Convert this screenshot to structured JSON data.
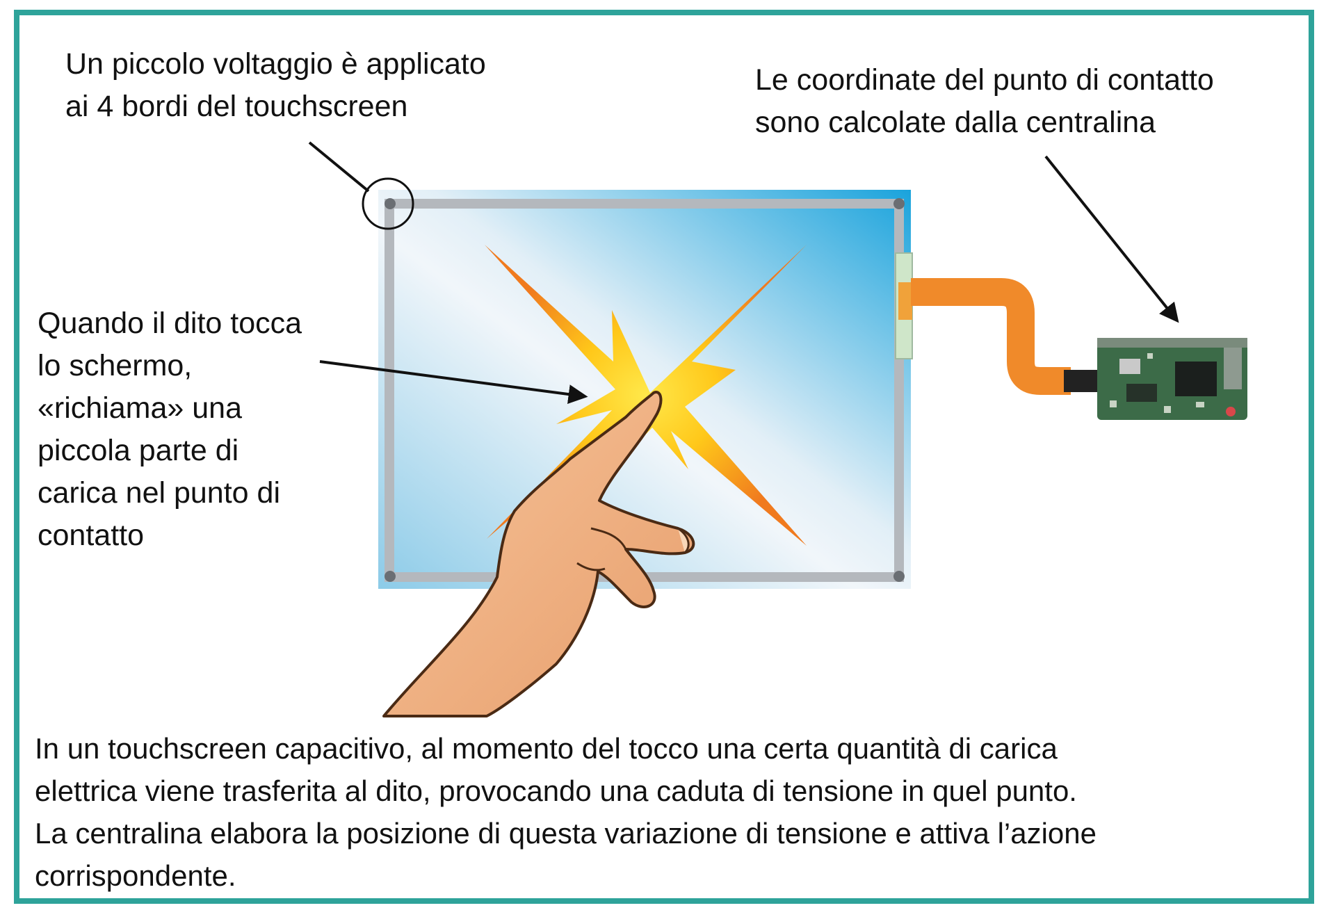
{
  "colors": {
    "frame": "#2ea39a",
    "screen_blue": "#1aa3dc",
    "screen_light": "#e9f2f8",
    "electrode": "#b4b8bd",
    "burst_orange": "#f07a1e",
    "burst_yellow": "#ffd21a",
    "cable": "#f08a2a",
    "board": "#3c6b48",
    "skin": "#f2b486"
  },
  "labels": {
    "voltage": [
      "Un piccolo voltaggio è applicato",
      "ai 4 bordi del touchscreen"
    ],
    "coords": [
      "Le coordinate del punto di contatto",
      "sono calcolate dalla centralina"
    ],
    "touch": [
      "Quando il dito tocca",
      "lo schermo,",
      "«richiama» una",
      "piccola parte di",
      "carica nel punto di",
      "contatto"
    ]
  },
  "caption": [
    "In un touchscreen capacitivo, al momento del tocco una certa quantità di carica",
    "elettrica viene trasferita al dito, provocando una caduta di tensione in quel punto.",
    "La centralina elabora la posizione di questa variazione di tensione e attiva l’azione",
    "corrispondente."
  ],
  "icons": [
    "finger-hand-icon",
    "spark-burst-icon",
    "controller-board-icon",
    "ribbon-cable-icon"
  ]
}
